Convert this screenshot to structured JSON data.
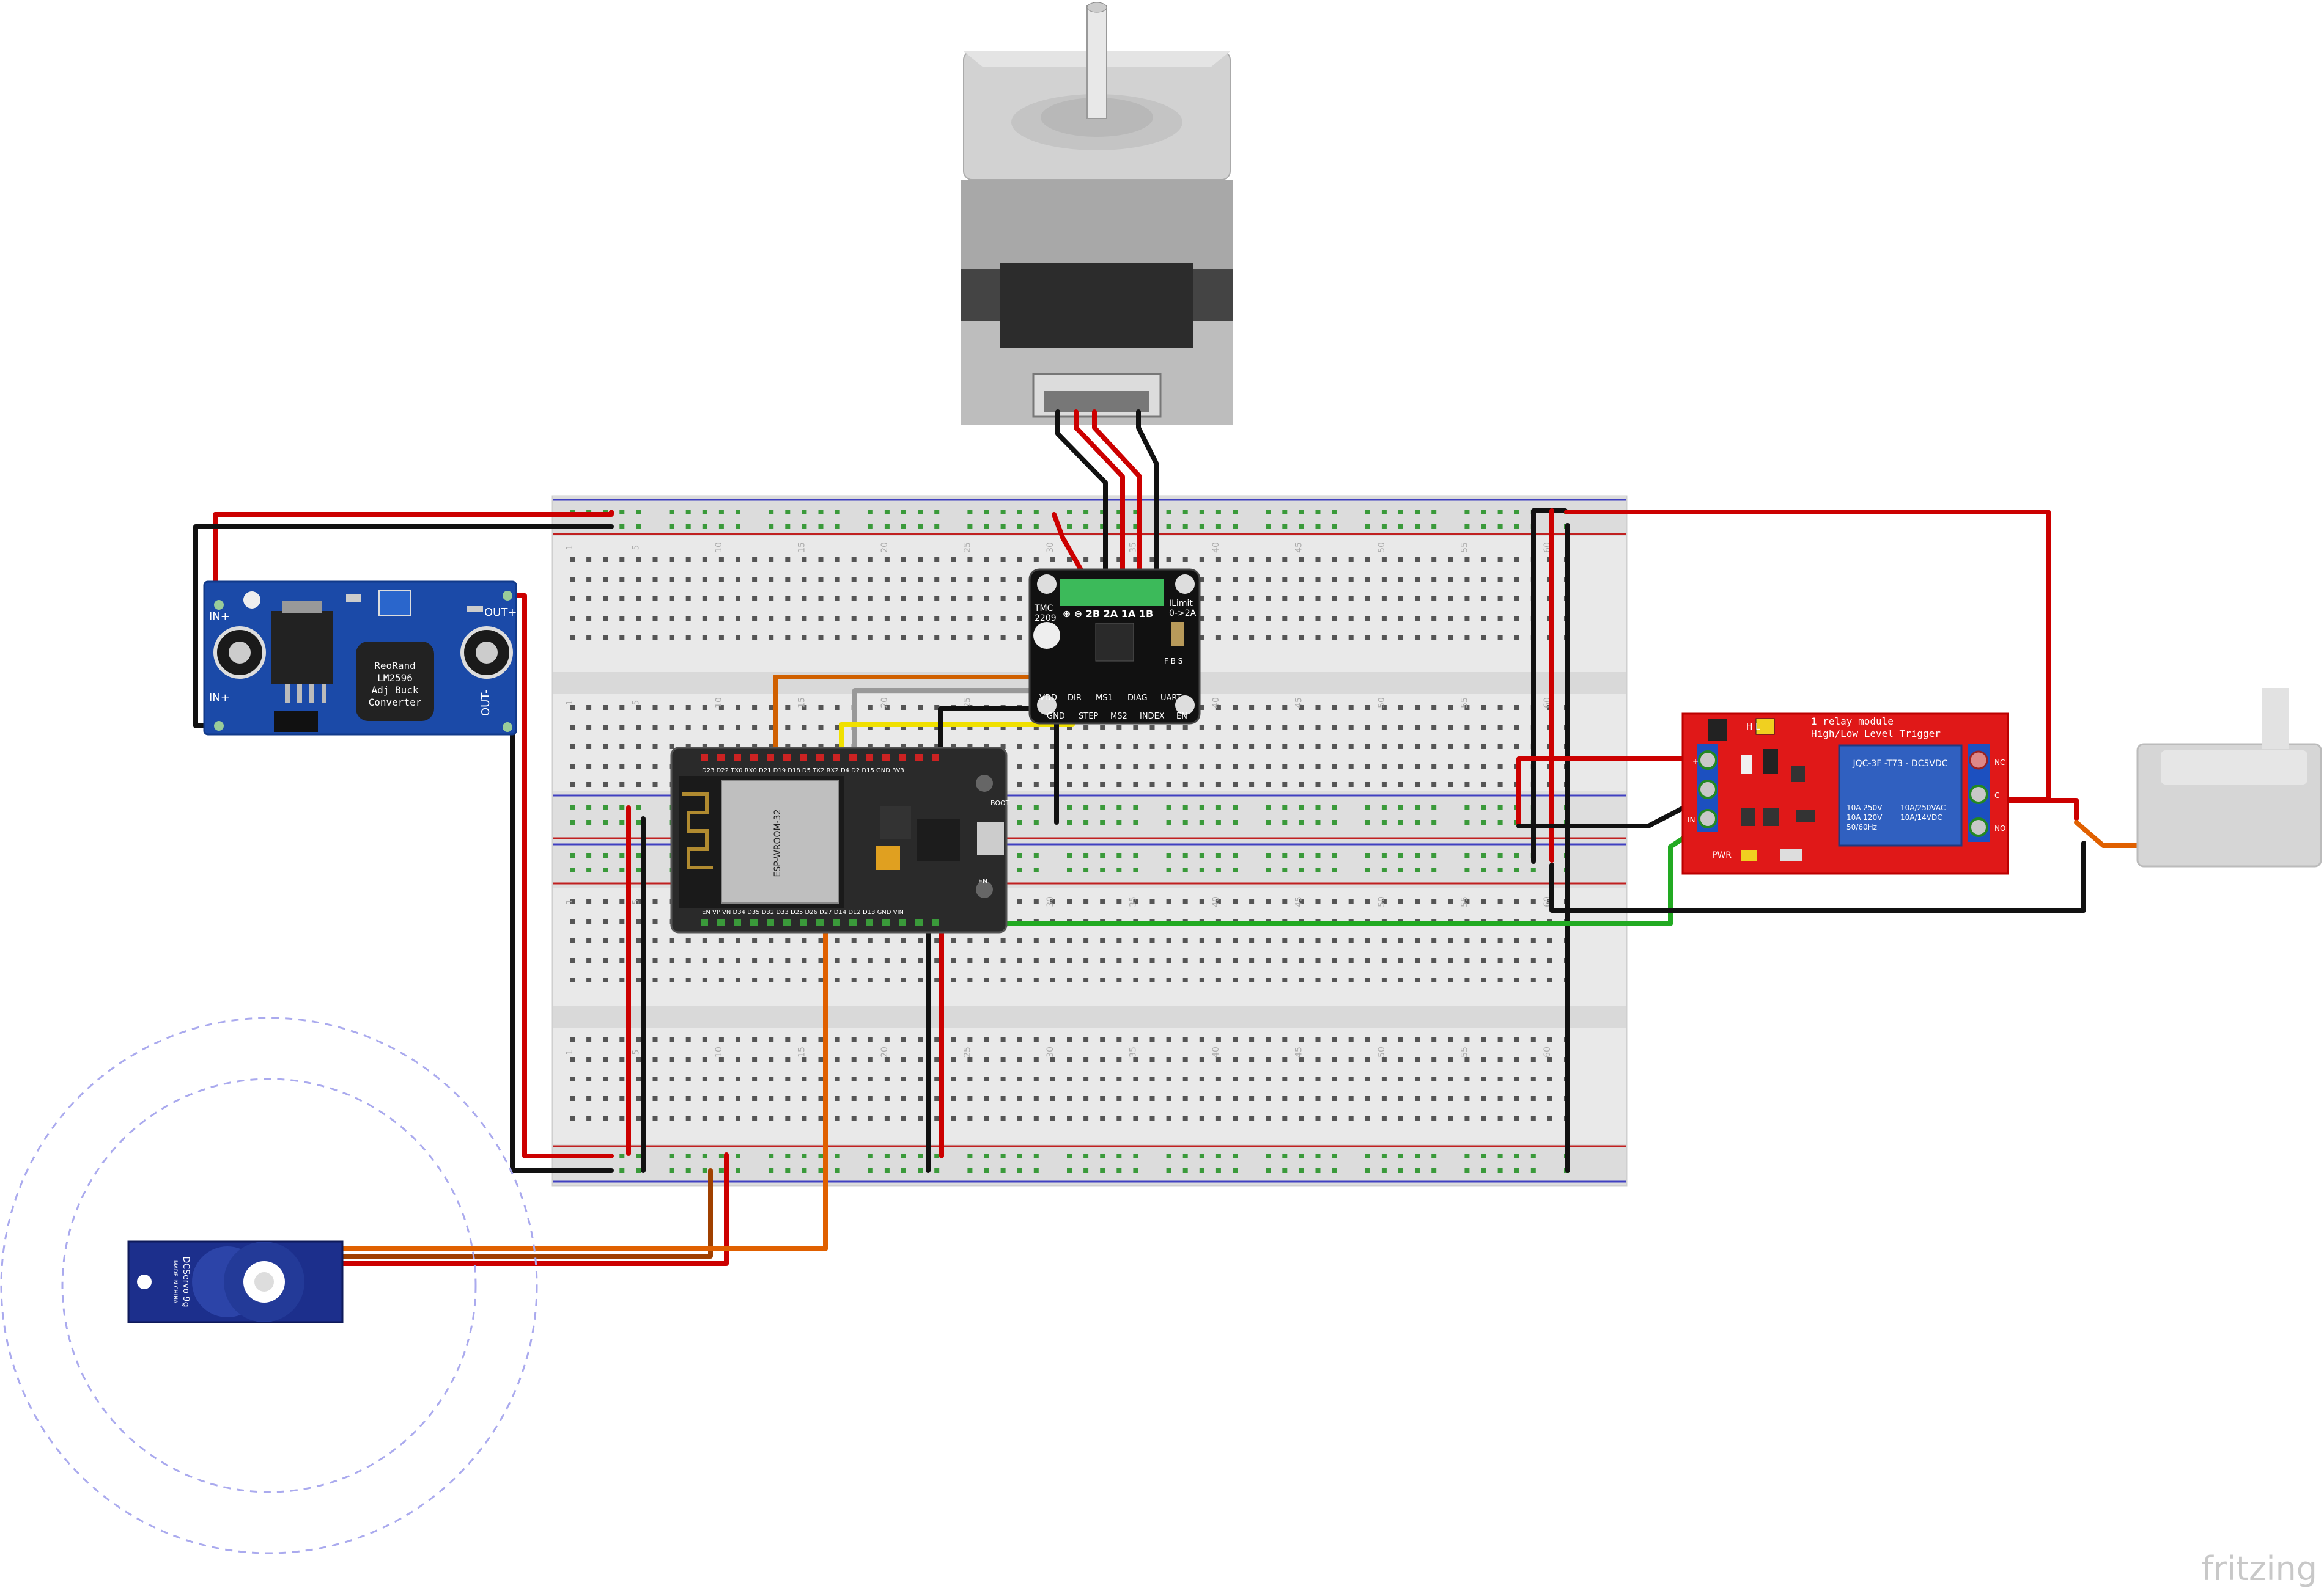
{
  "buck_converter": {
    "in_plus_top": "IN+",
    "in_plus_bottom": "IN+",
    "out_plus": "OUT+",
    "out_minus": "OUT-",
    "line1": "ReoRand",
    "line2": "LM2596",
    "line3": "Adj Buck",
    "line4": "Converter"
  },
  "driver": {
    "chip": "TMC",
    "chip2": "2209",
    "motor_pins": "⊕ ⊖ 2B 2A 1A 1B",
    "ilimit": "ILimit",
    "ilimit2": "0->2A",
    "vdd": "VDD",
    "dir": "DIR",
    "ms1": "MS1",
    "diag": "DIAG",
    "uart": "UART",
    "gnd": "GND",
    "step": "STEP",
    "ms2": "MS2",
    "index": "INDEX",
    "en": "EN",
    "fbs": "F B S"
  },
  "esp32": {
    "top_pins": "D23 D22 TX0 RX0 D21 D19 D18 D5 TX2 RX2 D4 D2 D15 GND 3V3",
    "bottom_pins": "EN VP VN D34 D35 D32 D33 D25 D26 D27 D14 D12 D13 GND VIN",
    "module": "ESP-WROOM-32",
    "boot": "BOOT",
    "en_btn": "EN"
  },
  "relay": {
    "title1": "1 relay module",
    "title2": "High/Low Level Trigger",
    "hl": "H   L",
    "relay_model": "JQC-3F -T73 - DC5VDC",
    "spec1": "10A 250V",
    "spec2": "10A 120V",
    "spec3": "50/60Hz",
    "spec4": "10A/250VAC",
    "spec5": "10A/14VDC",
    "pwr": "PWR",
    "pin_vcc": "+",
    "pin_gnd": "-",
    "pin_in": "IN",
    "pin_nc": "NC",
    "pin_com": "C",
    "pin_no": "NO"
  },
  "servo": {
    "label": "DCServo 9g",
    "sub": "MADE IN CHINA"
  },
  "breadboard": {
    "col_numbers": [
      "1",
      "5",
      "10",
      "15",
      "20",
      "25",
      "30",
      "35",
      "40",
      "45",
      "50",
      "55",
      "60"
    ]
  },
  "branding": {
    "logo": "fritzing"
  },
  "colors": {
    "wire_red": "#cc0000",
    "wire_black": "#111111",
    "wire_orange": "#e06000",
    "wire_brown": "#a04000",
    "wire_yellow": "#f0e000",
    "wire_gray": "#999999",
    "wire_green": "#22aa22",
    "buck_pcb": "#1b4aa8",
    "relay_pcb": "#e01818",
    "driver_pcb": "#111111",
    "esp_pcb": "#222222",
    "servo_body": "#1c2f8c"
  }
}
